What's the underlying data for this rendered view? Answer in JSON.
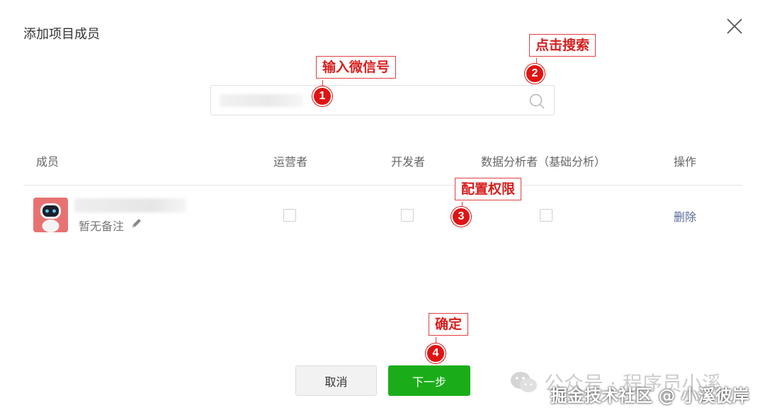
{
  "dialog": {
    "title": "添加项目成员",
    "close_icon": "close-icon"
  },
  "search": {
    "value": "",
    "icon": "search-icon"
  },
  "table": {
    "headers": {
      "member": "成员",
      "operator": "运营者",
      "developer": "开发者",
      "analyst": "数据分析者（基础分析）",
      "actions": "操作"
    },
    "rows": [
      {
        "remark": "暂无备注",
        "operator_checked": false,
        "developer_checked": false,
        "analyst_checked": false,
        "delete_label": "删除"
      }
    ]
  },
  "footer": {
    "cancel_label": "取消",
    "next_label": "下一步"
  },
  "annotations": {
    "step1_label": "输入微信号",
    "step1_num": "1",
    "step2_label": "点击搜索",
    "step2_num": "2",
    "step3_label": "配置权限",
    "step3_num": "3",
    "step4_label": "确定",
    "step4_num": "4",
    "color": "#e01313"
  },
  "watermark": {
    "line1": "公众号 · 程序员小溪",
    "line2": "掘金技术社区 @ 小溪彼岸"
  },
  "colors": {
    "primary_button": "#1aad19",
    "link": "#576b95"
  }
}
